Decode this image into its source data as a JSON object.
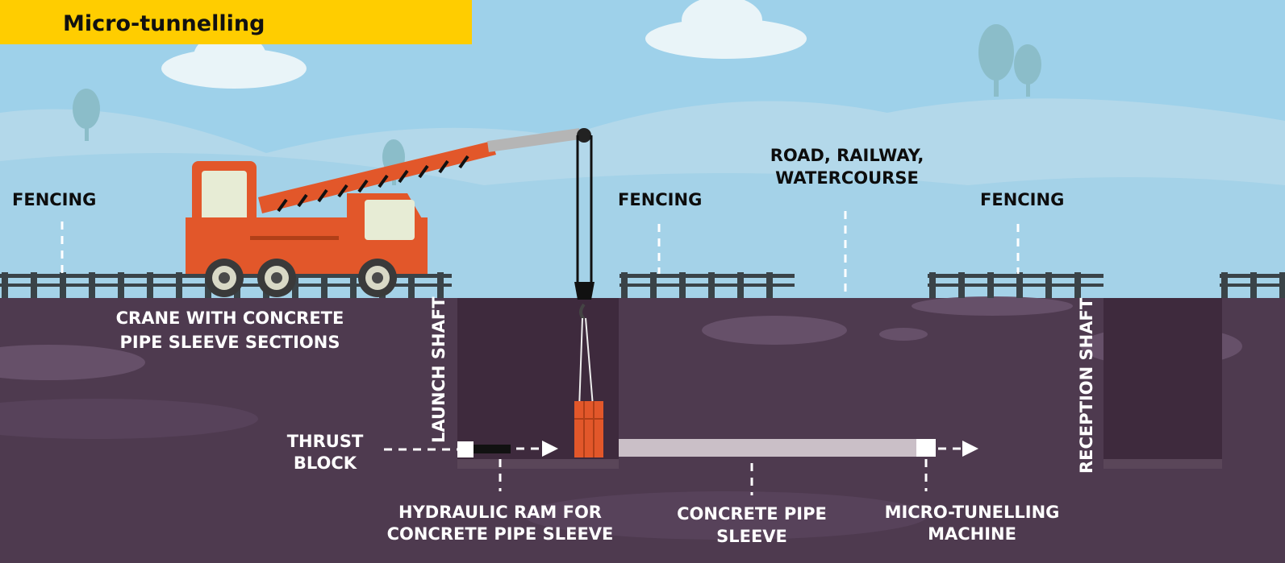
{
  "title": "Micro-tunnelling",
  "labels": {
    "fencing_left": "FENCING",
    "fencing_mid": "FENCING",
    "fencing_right": "FENCING",
    "road_line1": "ROAD, RAILWAY,",
    "road_line2": "WATERCOURSE",
    "crane_line1": "CRANE WITH CONCRETE",
    "crane_line2": "PIPE SLEEVE SECTIONS",
    "launch_shaft": "LAUNCH SHAFT",
    "reception_shaft": "RECEPTION SHAFT",
    "thrust_line1": "THRUST",
    "thrust_line2": "BLOCK",
    "ram_line1": "HYDRAULIC RAM FOR",
    "ram_line2": "CONCRETE PIPE SLEEVE",
    "pipe_line1": "CONCRETE PIPE",
    "pipe_line2": "SLEEVE",
    "machine_line1": "MICRO-TUNELLING",
    "machine_line2": "MACHINE"
  },
  "colors": {
    "sky": "#9ed1ea",
    "ground": "#4e3a4f",
    "shaft": "#3e2a3d",
    "title_bar": "#ffcd00",
    "crane": "#e2572a"
  }
}
